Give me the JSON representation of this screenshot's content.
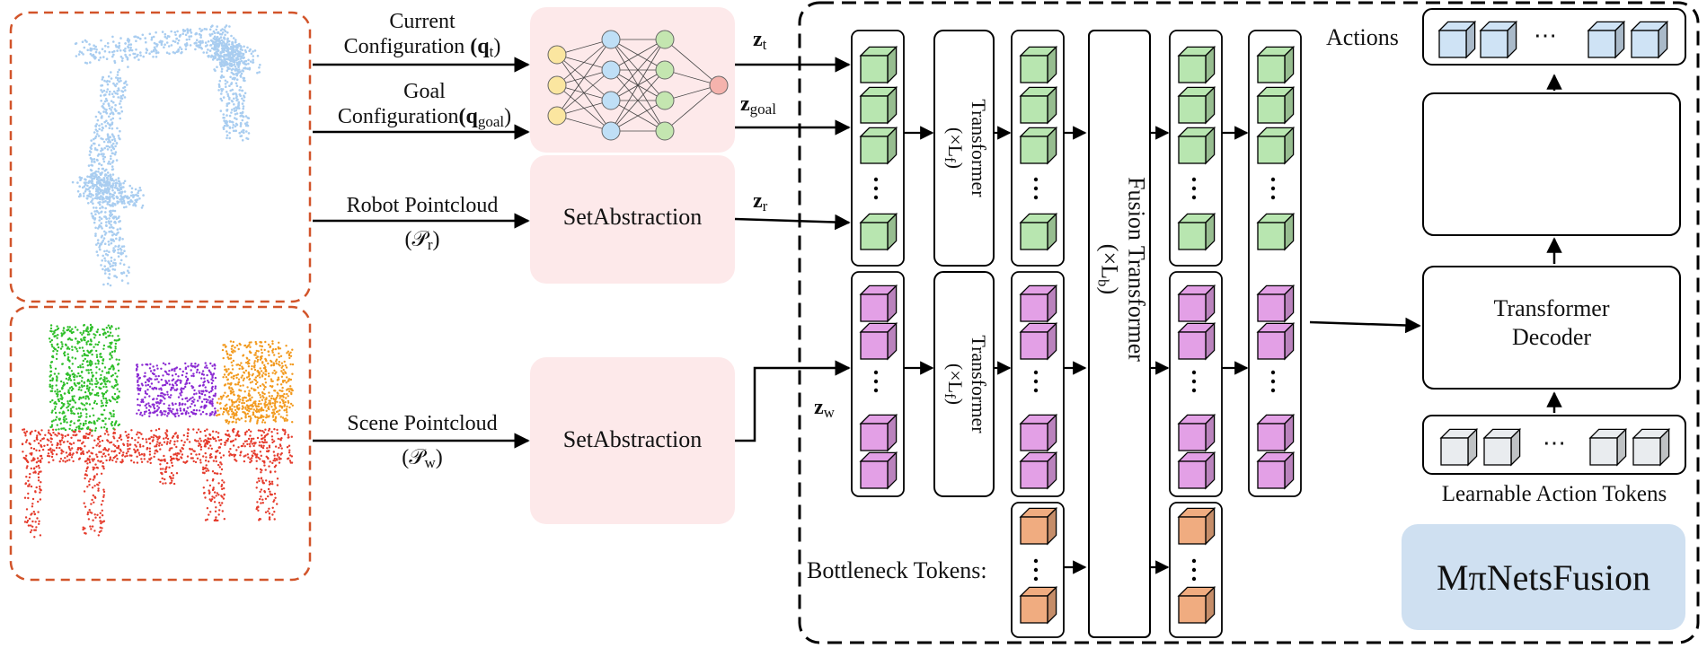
{
  "inputs": {
    "current": {
      "line1": "Current",
      "line2": "Configuration",
      "sym": "(q",
      "sub": "t",
      "close": ")"
    },
    "goal": {
      "line1": "Goal",
      "line2": "Configuration",
      "sym": "(q",
      "sub": "goal",
      "close": ")"
    },
    "robot": {
      "line1": "Robot Pointcloud",
      "line2": "(𝒫",
      "sub": "r",
      "close": ")"
    },
    "scene": {
      "line1": "Scene Pointcloud",
      "line2": "(𝒫",
      "sub": "w",
      "close": ")"
    }
  },
  "encoders": {
    "robot": "SetAbstraction",
    "scene": "SetAbstraction"
  },
  "latents": {
    "zt": {
      "base": "z",
      "sub": "t"
    },
    "zgoal": {
      "base": "z",
      "sub": "goal"
    },
    "zr": {
      "base": "z",
      "sub": "r"
    },
    "zw": {
      "base": "z",
      "sub": "w"
    }
  },
  "blocks": {
    "transformer_top": {
      "label": "Transformer",
      "rep": "(×L",
      "sub": "f",
      "close": ")"
    },
    "transformer_bottom": {
      "label": "Transformer",
      "rep": "(×L",
      "sub": "f",
      "close": ")"
    },
    "fusion": {
      "label": "Fusion Transformer",
      "rep": "(×L",
      "sub": "b",
      "close": ")"
    },
    "decoder": {
      "line1": "Transformer",
      "line2": "Decoder"
    }
  },
  "labels": {
    "actions": "Actions",
    "bottleneck": "Bottleneck Tokens:",
    "learnable": "Learnable Action Tokens",
    "dots": "⋯",
    "model_name": "MπNetsFusion"
  },
  "colors": {
    "green": "#b8e6b0",
    "magenta": "#e3a0e6",
    "orange": "#f0ac80",
    "blue": "#cfe3f5",
    "gray": "#e9ecef",
    "pink_bg": "#fde9ea",
    "brand_bg": "#cfe0f1",
    "dashed_orange": "#d2542a"
  }
}
